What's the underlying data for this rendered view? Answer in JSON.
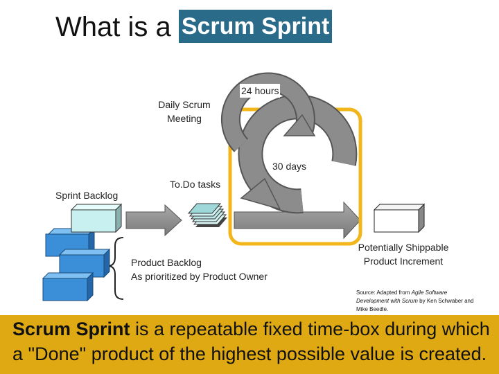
{
  "title": {
    "prefix": "What is a",
    "highlight": "Scrum Sprint"
  },
  "diagram": {
    "daily_loop_label": "24 hours",
    "daily_meeting_label": [
      "Daily Scrum",
      "Meeting"
    ],
    "sprint_loop_label": "30 days",
    "todo_label": "To.Do tasks",
    "sprint_backlog_label": "Sprint Backlog",
    "product_backlog_label": [
      "Product Backlog",
      "As prioritized by Product Owner"
    ],
    "increment_label": [
      "Potentially Shippable",
      "Product Increment"
    ],
    "colors": {
      "loop": "#8c8c8c",
      "highlight_box": "#f2b51a",
      "backlog_blue": "#3a8fd8",
      "sprint_block": "#c8f0f0",
      "arrow": "#8c8c8c"
    }
  },
  "source": {
    "prefix": "Source: Adapted from ",
    "book": "Agile Software Development with Scrum",
    "suffix": " by Ken Schwaber and Mike Beedle."
  },
  "footer": {
    "bold": "Scrum Sprint",
    "rest": " is a repeatable fixed time-box during which a \"Done\" product of the highest possible value is created."
  }
}
